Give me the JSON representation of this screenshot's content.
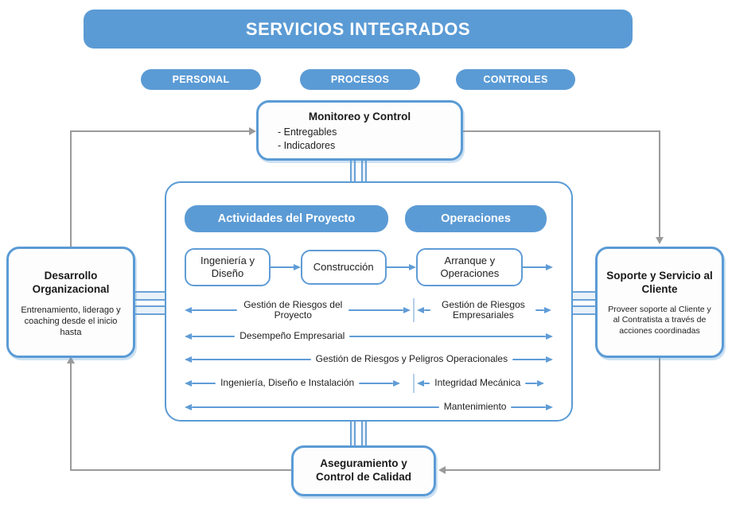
{
  "banner": {
    "title": "SERVICIOS INTEGRADOS"
  },
  "pills": [
    {
      "label": "PERSONAL"
    },
    {
      "label": "PROCESOS"
    },
    {
      "label": "CONTROLES"
    }
  ],
  "monitoring_box": {
    "title": "Monitoreo y Control",
    "items": [
      "- Entregables",
      "- Indicadores"
    ]
  },
  "left_box": {
    "title": "Desarrollo Organizacional",
    "body": "Entrenamiento, liderago y coaching desde el inicio hasta"
  },
  "right_box": {
    "title": "Soporte y Servicio al Cliente",
    "body": "Proveer soporte al Cliente y al Contratista a través de acciones coordinadas"
  },
  "bottom_box": {
    "title": "Aseguramiento y Control de Calidad"
  },
  "container": {
    "headers": [
      {
        "label": "Actividades del Proyecto"
      },
      {
        "label": "Operaciones"
      }
    ],
    "process_boxes": [
      {
        "label": "Ingeniería y Diseño"
      },
      {
        "label": "Construcción"
      },
      {
        "label": "Arranque y Operaciones"
      }
    ],
    "flows": {
      "row1_left": "Gestión de Riesgos del Proyecto",
      "row1_right": "Gestión de Riesgos Empresariales",
      "row2": "Desempeño Empresarial",
      "row3": "Gestión de Riesgos y Peligros Operacionales",
      "row4_left": "Ingeniería, Diseño e Instalación",
      "row4_right": "Integridad Mecánica",
      "row5": "Mantenimiento"
    }
  },
  "colors": {
    "accent_blue": "#5b9bd5",
    "arrow_blue": "#5f9cd6",
    "connector_gray": "#9a9a9a"
  }
}
